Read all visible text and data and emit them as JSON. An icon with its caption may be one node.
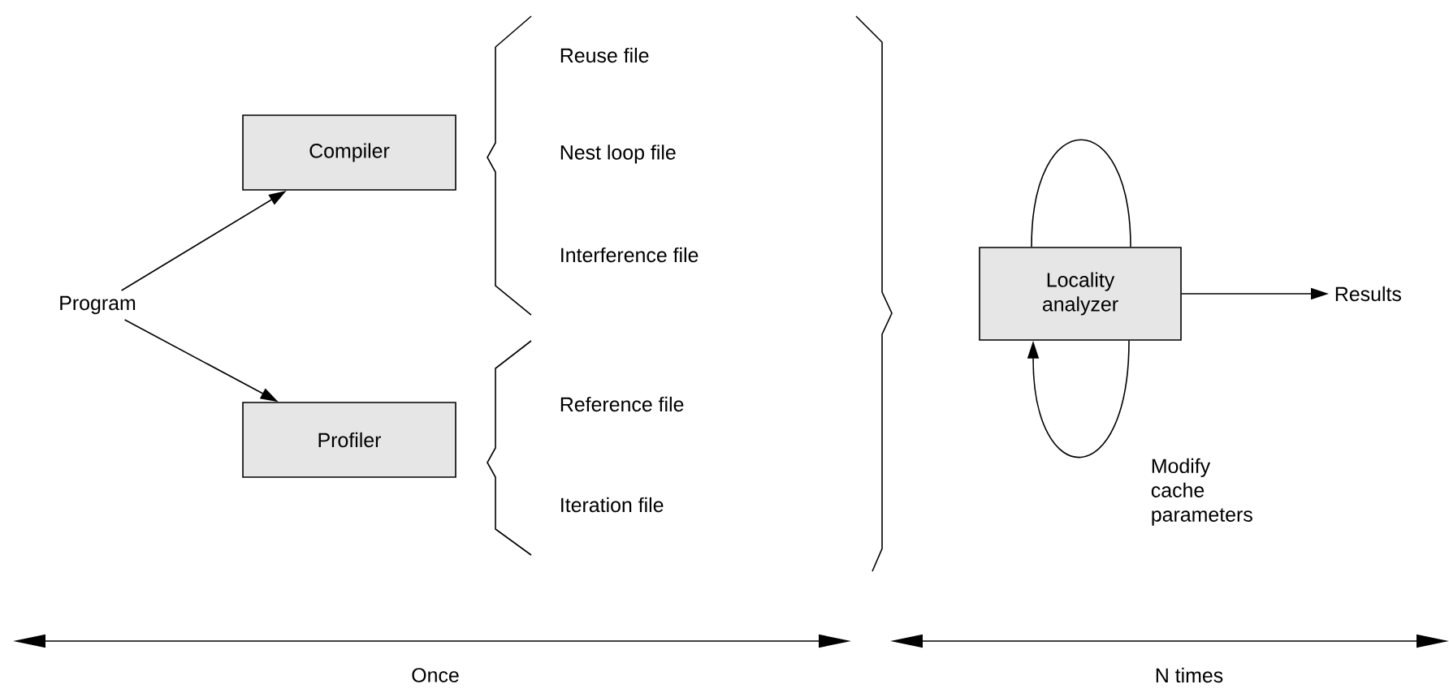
{
  "diagram": {
    "nodes": [
      {
        "text": [
          "Program"
        ]
      },
      {
        "text": [
          "Compiler"
        ]
      },
      {
        "text": [
          "Profiler"
        ]
      },
      {
        "text": [
          "Locality analyzer"
        ]
      },
      {
        "text": [
          "Results"
        ]
      }
    ],
    "edges": [
      {
        "from": 0,
        "to": 1,
        "arrow": "to"
      },
      {
        "from": 0,
        "to": 2,
        "arrow": "to"
      },
      {
        "from": 3,
        "to": 4,
        "arrow": "to"
      },
      {
        "from": 3,
        "to": 3,
        "arrow": "none"
      },
      {
        "from": 3,
        "to": 3,
        "arrow": "to",
        "label": "Modify cache parameters"
      }
    ],
    "labels": [
      "Reuse file",
      "Nest loop file",
      "Interference file",
      "Reference file",
      "Iteration file",
      "Once",
      "N times"
    ]
  }
}
